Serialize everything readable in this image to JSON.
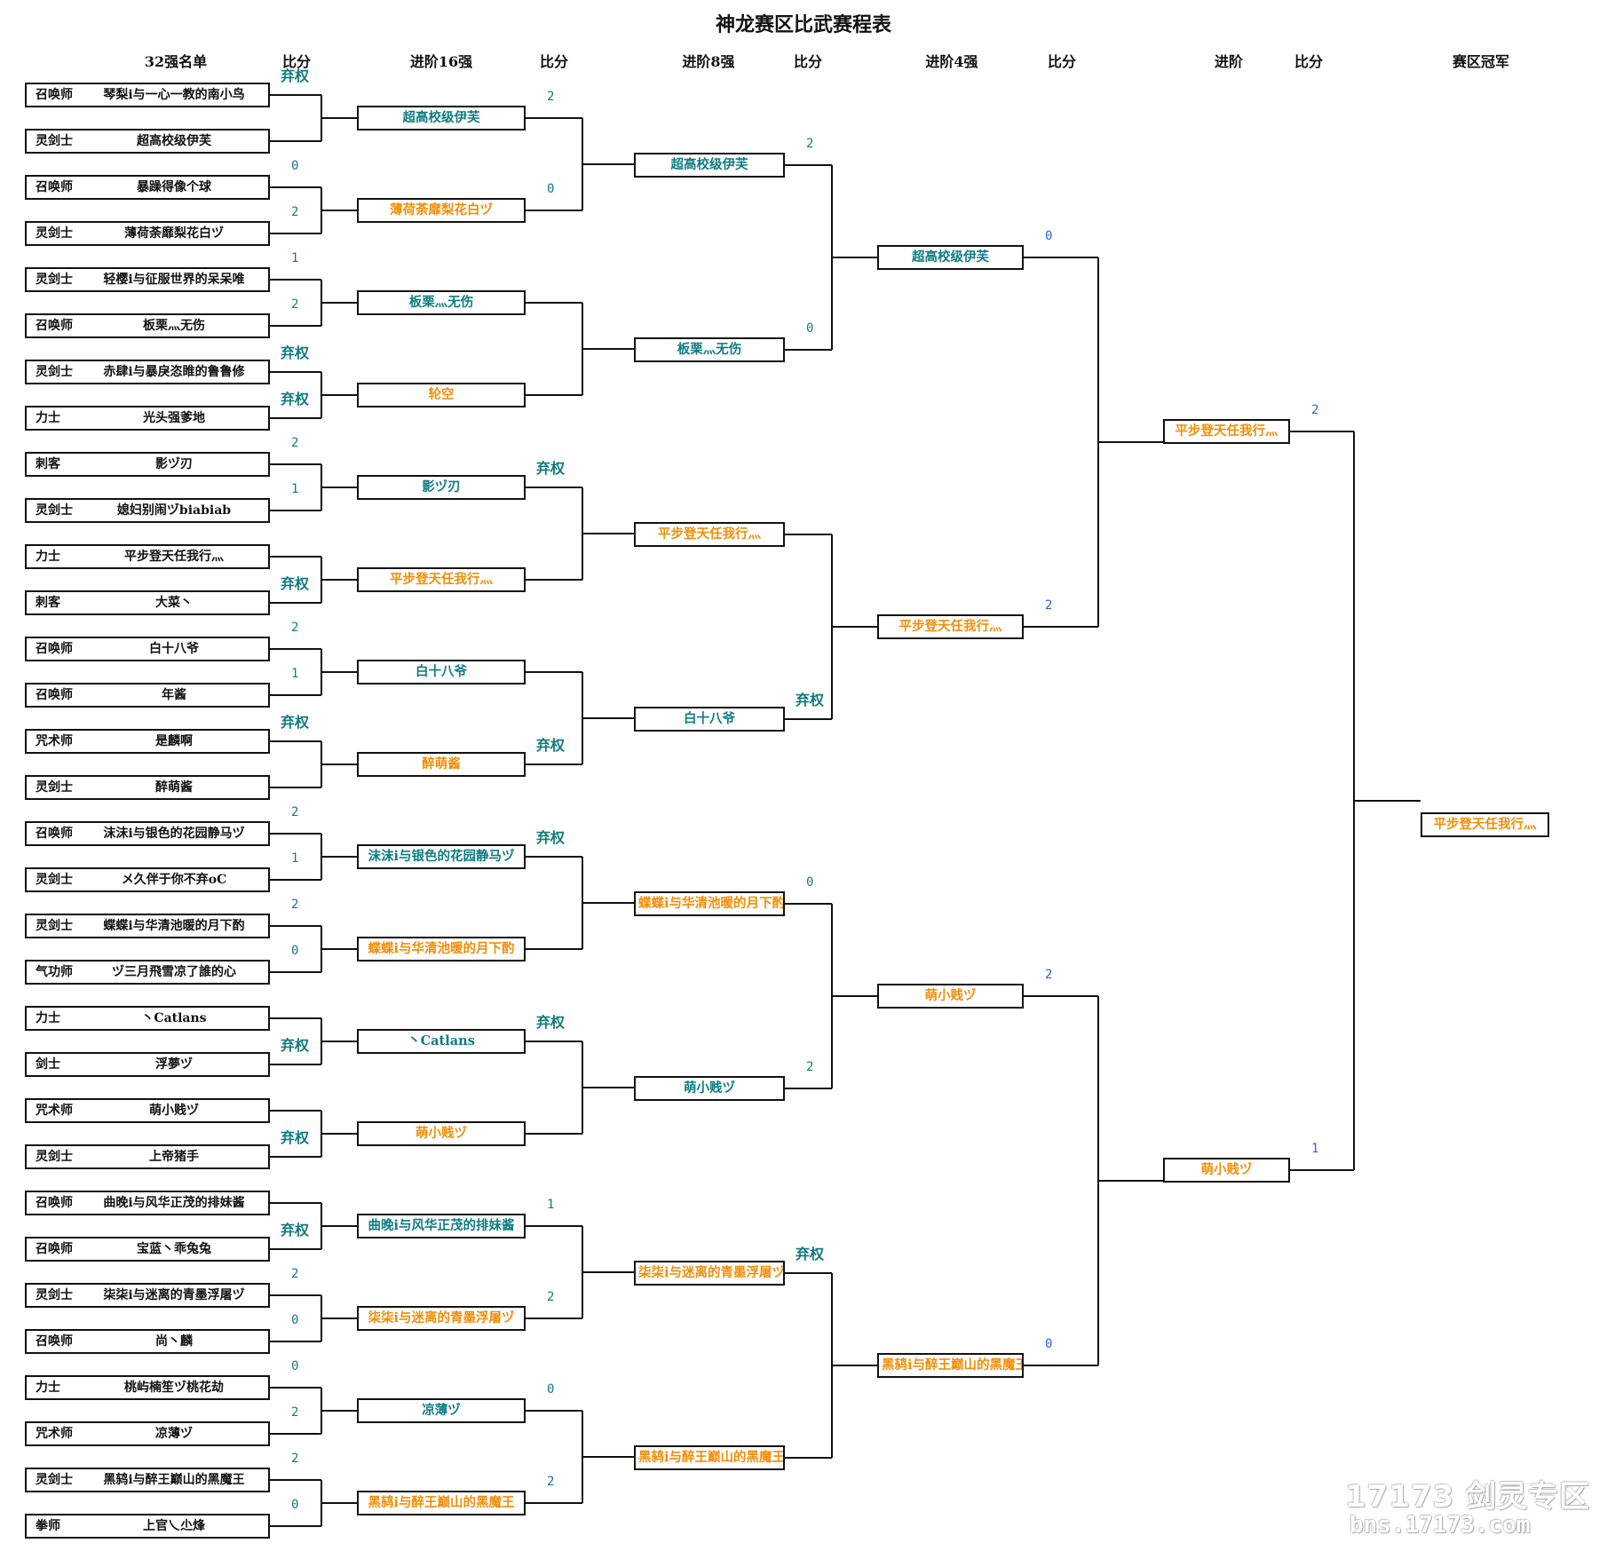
{
  "title": "神龙赛区比武赛程表",
  "headers": [
    "32强名单",
    "比分",
    "进阶16强",
    "比分",
    "进阶8强",
    "比分",
    "进阶4强",
    "比分",
    "进阶",
    "比分",
    "赛区冠军"
  ],
  "round32": [
    {
      "class": "召唤师",
      "name": "琴梨i与一心一教的南小鸟"
    },
    {
      "class": "灵剑士",
      "name": "超高校级伊芙"
    },
    {
      "class": "召唤师",
      "name": "暴躁得像个球"
    },
    {
      "class": "灵剑士",
      "name": "薄荷荼靡梨花白ヅ"
    },
    {
      "class": "灵剑士",
      "name": "轻樱i与征服世界的呆呆唯"
    },
    {
      "class": "召唤师",
      "name": "板栗灬无伤"
    },
    {
      "class": "灵剑士",
      "name": "赤肆i与暴戾恣睢的鲁鲁修"
    },
    {
      "class": "力士",
      "name": "光头强爹地"
    },
    {
      "class": "刺客",
      "name": "影ヅ刃"
    },
    {
      "class": "灵剑士",
      "name": "媳妇别闹ヅbiabiab"
    },
    {
      "class": "力士",
      "name": "平步登天任我行灬"
    },
    {
      "class": "刺客",
      "name": "大菜丶"
    },
    {
      "class": "召唤师",
      "name": "白十八爷"
    },
    {
      "class": "召唤师",
      "name": "年酱"
    },
    {
      "class": "咒术师",
      "name": "是麟啊"
    },
    {
      "class": "灵剑士",
      "name": "醉萌酱"
    },
    {
      "class": "召唤师",
      "name": "沫沫i与银色的花园静马ヅ"
    },
    {
      "class": "灵剑士",
      "name": "メ久伴于你不弃oC"
    },
    {
      "class": "灵剑士",
      "name": "蝶蝶i与华清池暖的月下酌"
    },
    {
      "class": "气功师",
      "name": "ヅ三月飛雪凉了誰的心"
    },
    {
      "class": "力士",
      "name": "丶Catlans"
    },
    {
      "class": "剑士",
      "name": "浮夢ヅ"
    },
    {
      "class": "咒术师",
      "name": "萌小贱ヅ"
    },
    {
      "class": "灵剑士",
      "name": "上帝猪手"
    },
    {
      "class": "召唤师",
      "name": "曲晚i与风华正茂的排妹酱"
    },
    {
      "class": "召唤师",
      "name": "宝蓝丶乖兔兔"
    },
    {
      "class": "灵剑士",
      "name": "柒柒i与迷离的青墨浮屠ヅ"
    },
    {
      "class": "召唤师",
      "name": "尚丶麟"
    },
    {
      "class": "力士",
      "name": "桃屿楠笙ヅ桃花劫"
    },
    {
      "class": "咒术师",
      "name": "凉薄ヅ"
    },
    {
      "class": "灵剑士",
      "name": "黑鸫i与醉王巅山的黑魔王"
    },
    {
      "class": "拳师",
      "name": "上官乀尐烽"
    }
  ],
  "scores32": [
    "弃权",
    "",
    "0",
    "2",
    "1",
    "2",
    "弃权",
    "弃权",
    "2",
    "1",
    "",
    "弃权",
    "2",
    "1",
    "弃权",
    "",
    "2",
    "1",
    "2",
    "0",
    "",
    "弃权",
    "",
    "弃权",
    "",
    "弃权",
    "2",
    "0",
    "0",
    "2",
    "2",
    "0"
  ],
  "round16": [
    {
      "name": "超高校级伊芙",
      "color": "teal"
    },
    {
      "name": "薄荷荼靡梨花白ヅ",
      "color": "orange"
    },
    {
      "name": "板栗灬无伤",
      "color": "teal"
    },
    {
      "name": "轮空",
      "color": "orange"
    },
    {
      "name": "影ヅ刃",
      "color": "teal"
    },
    {
      "name": "平步登天任我行灬",
      "color": "orange"
    },
    {
      "name": "白十八爷",
      "color": "teal"
    },
    {
      "name": "醉萌酱",
      "color": "orange"
    },
    {
      "name": "沫沫i与银色的花园静马ヅ",
      "color": "teal"
    },
    {
      "name": "蝶蝶i与华清池暖的月下酌",
      "color": "orange"
    },
    {
      "name": "丶Catlans",
      "color": "teal"
    },
    {
      "name": "萌小贱ヅ",
      "color": "orange"
    },
    {
      "name": "曲晚i与风华正茂的排妹酱",
      "color": "teal"
    },
    {
      "name": "柒柒i与迷离的青墨浮屠ヅ",
      "color": "orange"
    },
    {
      "name": "凉薄ヅ",
      "color": "teal"
    },
    {
      "name": "黑鸫i与醉王巅山的黑魔王",
      "color": "orange"
    }
  ],
  "scores16": [
    "2",
    "0",
    "",
    "",
    "弃权",
    "",
    "",
    "弃权",
    "弃权",
    "",
    "弃权",
    "",
    "1",
    "2",
    "0",
    "2"
  ],
  "round8": [
    {
      "name": "超高校级伊芙",
      "color": "teal"
    },
    {
      "name": "板栗灬无伤",
      "color": "teal"
    },
    {
      "name": "平步登天任我行灬",
      "color": "orange"
    },
    {
      "name": "白十八爷",
      "color": "teal"
    },
    {
      "name": "蝶蝶i与华清池暖的月下酌",
      "color": "orange"
    },
    {
      "name": "萌小贱ヅ",
      "color": "teal"
    },
    {
      "name": "柒柒i与迷离的青墨浮屠ヅ",
      "color": "orange"
    },
    {
      "name": "黑鸫i与醉王巅山的黑魔王",
      "color": "orange"
    }
  ],
  "scores8": [
    "2",
    "0",
    "",
    "弃权",
    "0",
    "2",
    "弃权",
    ""
  ],
  "round4": [
    {
      "name": "超高校级伊芙",
      "color": "teal"
    },
    {
      "name": "平步登天任我行灬",
      "color": "orange"
    },
    {
      "name": "萌小贱ヅ",
      "color": "orange"
    },
    {
      "name": "黑鸫i与醉王巅山的黑魔王",
      "color": "orange"
    }
  ],
  "scores4": [
    "0",
    "2",
    "2",
    "0"
  ],
  "round2": [
    {
      "name": "平步登天任我行灬",
      "color": "orange"
    },
    {
      "name": "萌小贱ヅ",
      "color": "orange"
    }
  ],
  "scores2": [
    "2",
    "1"
  ],
  "champion": {
    "name": "平步登天任我行灬",
    "color": "orange"
  },
  "watermark": {
    "line1": "17173 剑灵专区",
    "line2": "bns.17173.com"
  },
  "colors": {
    "teal": "#0f7c84",
    "orange": "#f08e0a",
    "score_teal": "#137a80",
    "score_blue": "#2f63d8",
    "line": "#111111"
  }
}
